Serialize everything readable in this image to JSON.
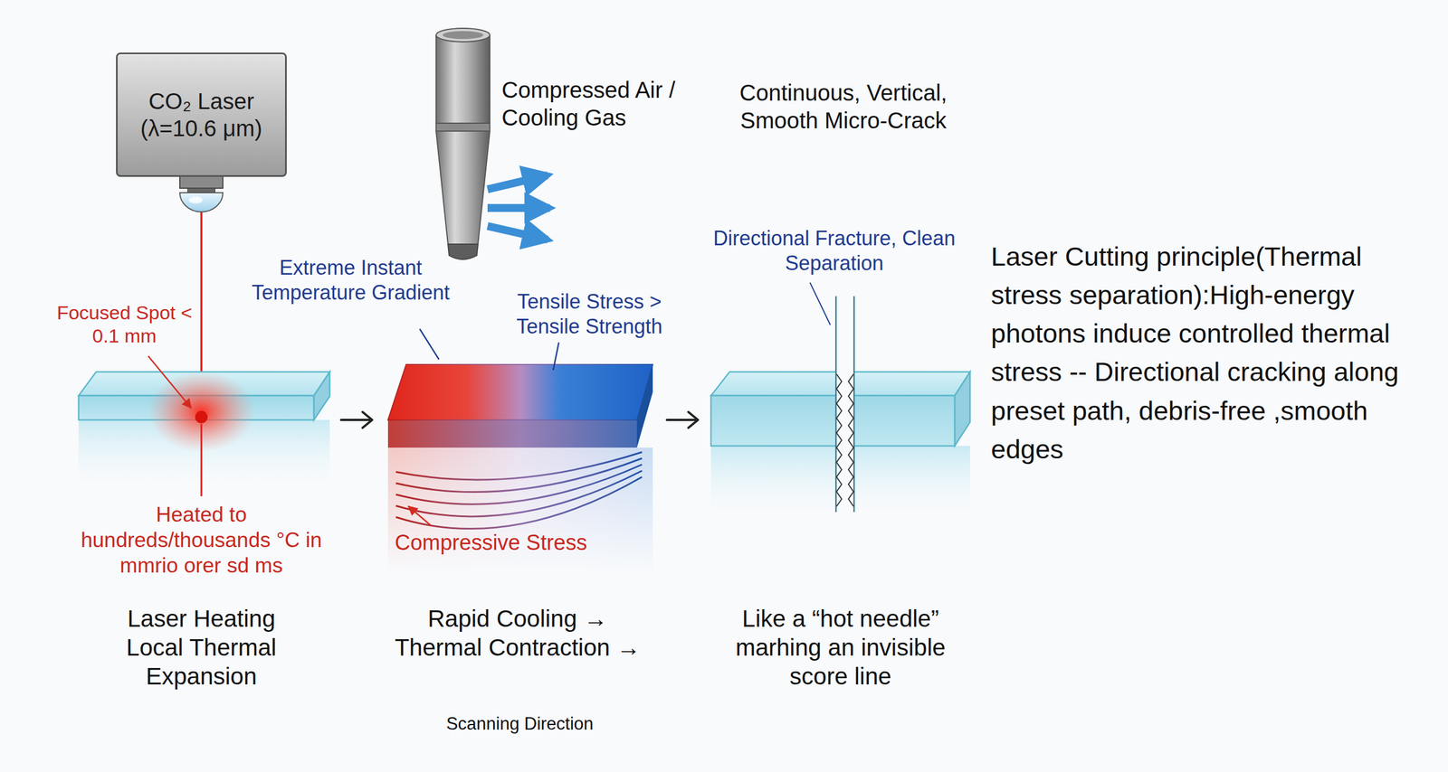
{
  "diagram": {
    "nodes": [
      {
        "text": [
          "CO₂ Laser (λ=10.6 μm)"
        ]
      }
    ],
    "labels": [
      "Compressed Air / Cooling Gas",
      "Continuous, Vertical, Smooth Micro-Crack",
      "Focused Spot < 0.1 mm",
      "Heated to hundreds/thousands °C in mmrio orer sd ms",
      "Extreme Instant Temperature Gradient",
      "Tensile Stress > Tensile Strength",
      "Compressive Stress",
      "Directional Fracture, Clean Separation",
      "Laser Heating Local Thermal Expansion",
      "Rapid Cooling → Thermal Contraction →",
      "Scanning Direction",
      "Like a “hot needle” marhing an invisible score line",
      "Laser Cutting principle(Thermal stress separation):High-energy photons induce controlled thermal stress  --  Directional cracking along preset path, debris-free ,smooth edges"
    ]
  }
}
